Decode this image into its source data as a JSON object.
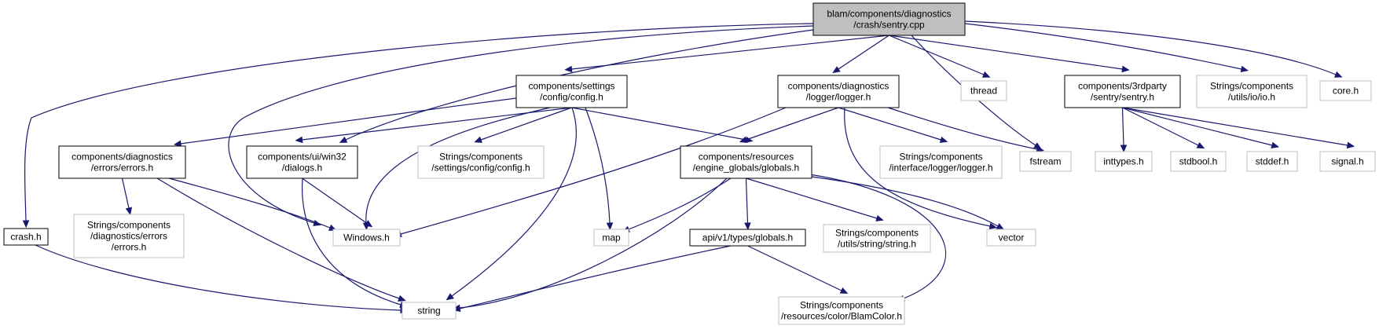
{
  "nodes": [
    {
      "id": "root",
      "lines": [
        "blam/components/diagnostics",
        "/crash/sentry.cpp"
      ],
      "style": "root"
    },
    {
      "id": "crash",
      "lines": [
        "crash.h"
      ],
      "style": "doc"
    },
    {
      "id": "settings",
      "lines": [
        "components/settings",
        "/config/config.h"
      ],
      "style": "doc"
    },
    {
      "id": "logger",
      "lines": [
        "components/diagnostics",
        "/logger/logger.h"
      ],
      "style": "doc"
    },
    {
      "id": "thread",
      "lines": [
        "thread"
      ],
      "style": "ext"
    },
    {
      "id": "sentryh",
      "lines": [
        "components/3rdparty",
        "/sentry/sentry.h"
      ],
      "style": "doc"
    },
    {
      "id": "str_io",
      "lines": [
        "Strings/components",
        "/utils/io/io.h"
      ],
      "style": "ext"
    },
    {
      "id": "coreh",
      "lines": [
        "core.h"
      ],
      "style": "ext"
    },
    {
      "id": "errors",
      "lines": [
        "components/diagnostics",
        "/errors/errors.h"
      ],
      "style": "doc"
    },
    {
      "id": "dialogs",
      "lines": [
        "components/ui/win32",
        "/dialogs.h"
      ],
      "style": "doc"
    },
    {
      "id": "str_config",
      "lines": [
        "Strings/components",
        "/settings/config/config.h"
      ],
      "style": "ext"
    },
    {
      "id": "globals",
      "lines": [
        "components/resources",
        "/engine_globals/globals.h"
      ],
      "style": "doc"
    },
    {
      "id": "str_logger",
      "lines": [
        "Strings/components",
        "/interface/logger/logger.h"
      ],
      "style": "ext"
    },
    {
      "id": "fstream",
      "lines": [
        "fstream"
      ],
      "style": "ext"
    },
    {
      "id": "inttypes",
      "lines": [
        "inttypes.h"
      ],
      "style": "ext"
    },
    {
      "id": "stdbool",
      "lines": [
        "stdbool.h"
      ],
      "style": "ext"
    },
    {
      "id": "stddef",
      "lines": [
        "stddef.h"
      ],
      "style": "ext"
    },
    {
      "id": "signal",
      "lines": [
        "signal.h"
      ],
      "style": "ext"
    },
    {
      "id": "str_errors",
      "lines": [
        "Strings/components",
        "/diagnostics/errors",
        "/errors.h"
      ],
      "style": "ext"
    },
    {
      "id": "windows",
      "lines": [
        "Windows.h"
      ],
      "style": "ext"
    },
    {
      "id": "map",
      "lines": [
        "map"
      ],
      "style": "ext"
    },
    {
      "id": "apiglobals",
      "lines": [
        "api/v1/types/globals.h"
      ],
      "style": "doc"
    },
    {
      "id": "str_string",
      "lines": [
        "Strings/components",
        "/utils/string/string.h"
      ],
      "style": "ext"
    },
    {
      "id": "vector",
      "lines": [
        "vector"
      ],
      "style": "ext"
    },
    {
      "id": "string",
      "lines": [
        "string"
      ],
      "style": "ext"
    },
    {
      "id": "blamcolor",
      "lines": [
        "Strings/components",
        "/resources/color/BlamColor.h"
      ],
      "style": "ext"
    }
  ],
  "edges": [
    [
      "root",
      "crash"
    ],
    [
      "root",
      "settings"
    ],
    [
      "root",
      "logger"
    ],
    [
      "root",
      "thread"
    ],
    [
      "root",
      "sentryh"
    ],
    [
      "root",
      "str_io"
    ],
    [
      "root",
      "coreh"
    ],
    [
      "root",
      "dialogs"
    ],
    [
      "root",
      "windows"
    ],
    [
      "root",
      "fstream"
    ],
    [
      "crash",
      "string"
    ],
    [
      "settings",
      "errors"
    ],
    [
      "settings",
      "dialogs"
    ],
    [
      "settings",
      "str_config"
    ],
    [
      "settings",
      "globals"
    ],
    [
      "settings",
      "windows"
    ],
    [
      "settings",
      "map"
    ],
    [
      "settings",
      "string"
    ],
    [
      "logger",
      "globals"
    ],
    [
      "logger",
      "str_logger"
    ],
    [
      "logger",
      "fstream"
    ],
    [
      "logger",
      "windows"
    ],
    [
      "logger",
      "vector"
    ],
    [
      "sentryh",
      "inttypes"
    ],
    [
      "sentryh",
      "stdbool"
    ],
    [
      "sentryh",
      "stddef"
    ],
    [
      "sentryh",
      "signal"
    ],
    [
      "errors",
      "str_errors"
    ],
    [
      "errors",
      "windows"
    ],
    [
      "errors",
      "string"
    ],
    [
      "dialogs",
      "windows"
    ],
    [
      "dialogs",
      "string"
    ],
    [
      "globals",
      "apiglobals"
    ],
    [
      "globals",
      "str_string"
    ],
    [
      "globals",
      "map"
    ],
    [
      "globals",
      "vector"
    ],
    [
      "globals",
      "string"
    ],
    [
      "globals",
      "blamcolor"
    ],
    [
      "apiglobals",
      "string"
    ],
    [
      "apiglobals",
      "blamcolor"
    ]
  ],
  "colors": {
    "edge": "#191970",
    "root_fill": "#bfbfbf",
    "doc_border": "#000000",
    "ext_border": "#bfbfbf",
    "fill": "#ffffff"
  }
}
